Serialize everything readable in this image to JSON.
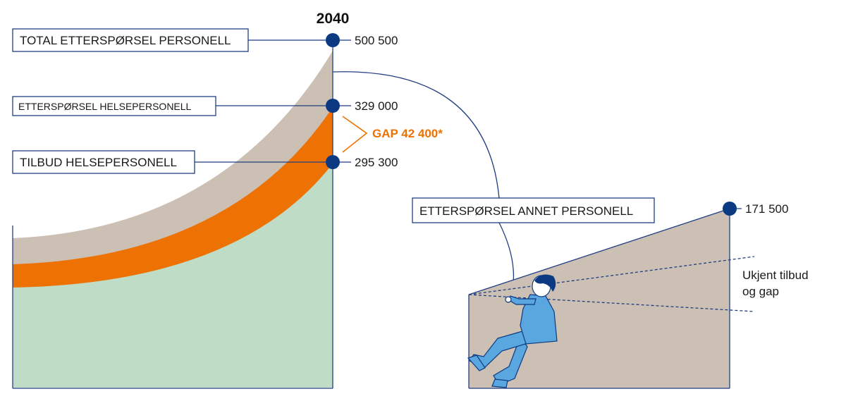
{
  "year": "2040",
  "labels": {
    "total_demand": "TOTAL ETTERSPØRSEL PERSONELL",
    "health_demand": "ETTERSPØRSEL HELSEPERSONELL",
    "health_supply": "TILBUD HELSEPERSONELL",
    "other_demand": "ETTERSPØRSEL ANNET PERSONELL"
  },
  "values": {
    "total_demand": "500 500",
    "health_demand": "329 000",
    "health_supply": "295 300",
    "other_demand": "171 500"
  },
  "gap_label": "GAP 42 400*",
  "unknown_note": [
    "Ukjent tilbud",
    "og gap"
  ],
  "colors": {
    "supply_green": "#bfdcc6",
    "gap_orange": "#ee7203",
    "other_beige": "#ccbfb3",
    "dot_navy": "#0b3a82",
    "line_navy": "#1f3f82",
    "figure_blue": "#5aa7e0"
  },
  "icons": {
    "figure": "person-sliding-icon"
  }
}
